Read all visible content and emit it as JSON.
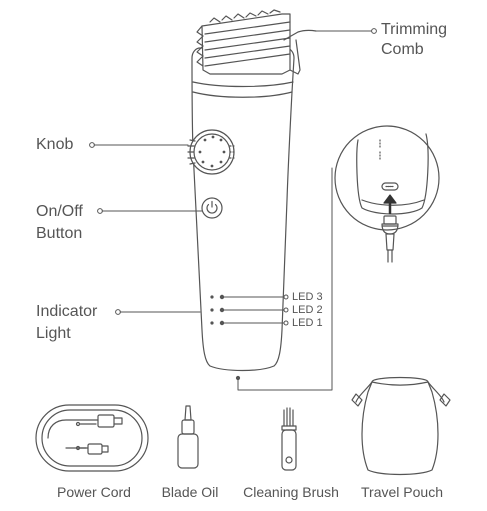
{
  "labels": {
    "trimming_comb_1": "Trimming",
    "trimming_comb_2": "Comb",
    "knob": "Knob",
    "on_off_1": "On/Off",
    "on_off_2": "Button",
    "indicator_1": "Indicator",
    "indicator_2": "Light",
    "led3": "LED 3",
    "led2": "LED 2",
    "led1": "LED 1"
  },
  "accessories": [
    {
      "name": "Power Cord"
    },
    {
      "name": "Blade Oil"
    },
    {
      "name": "Cleaning Brush"
    },
    {
      "name": "Travel Pouch"
    }
  ],
  "colors": {
    "line": "#555555",
    "background": "#ffffff"
  }
}
